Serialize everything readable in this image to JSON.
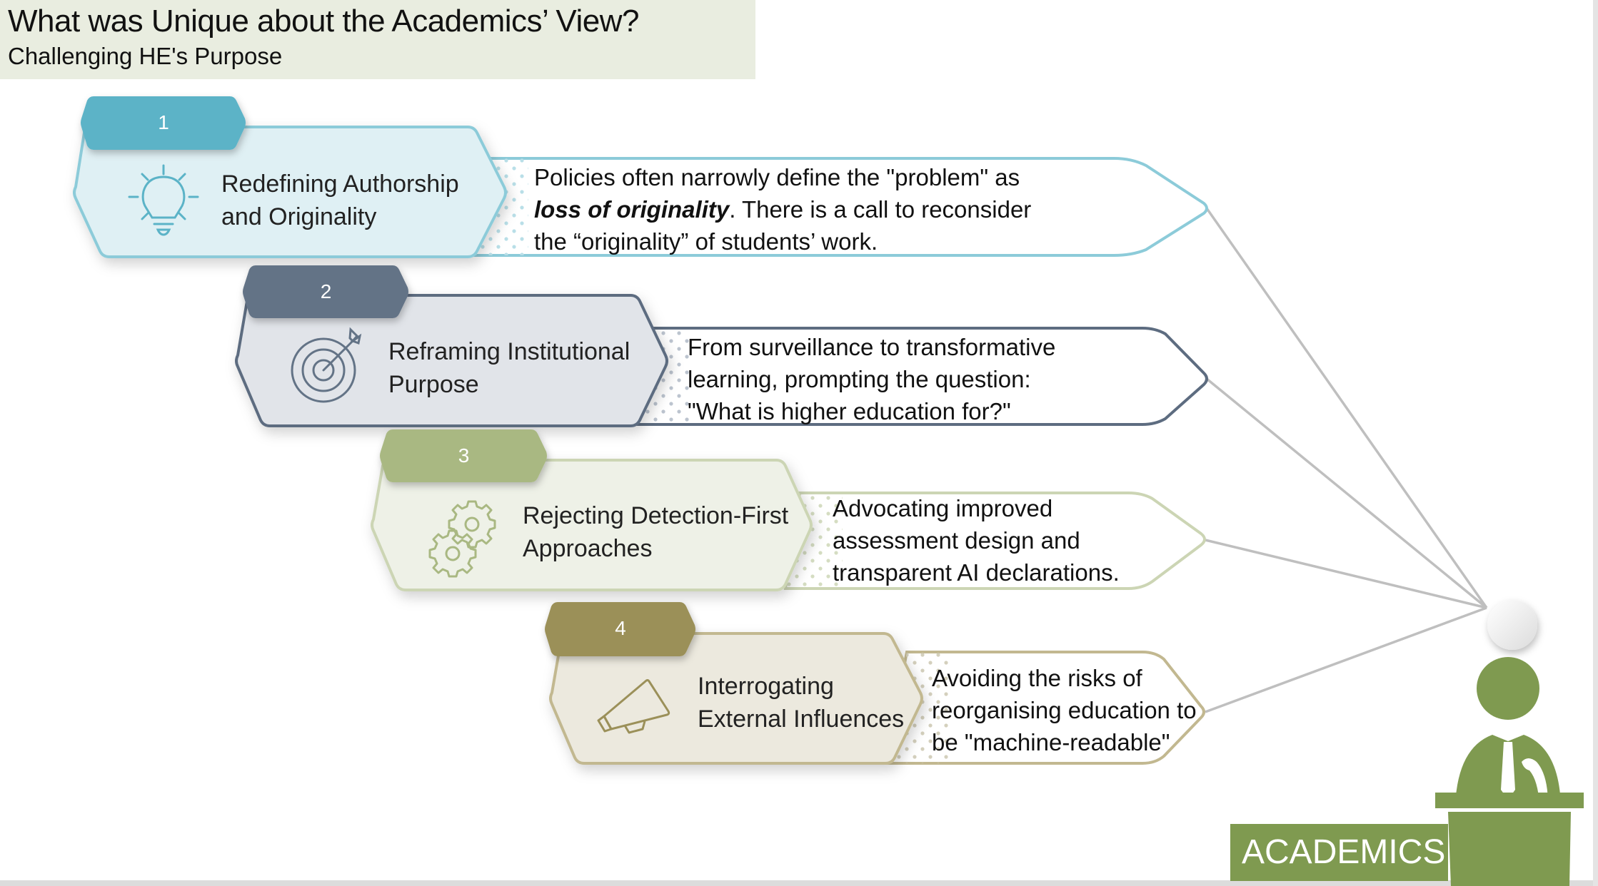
{
  "header": {
    "title": "What was Unique about the Academics’ View?",
    "subtitle": "Challenging HE's Purpose"
  },
  "items": [
    {
      "number": "1",
      "title_line1": "Redefining Authorship",
      "title_line2": "and Originality",
      "icon": "lightbulb-icon",
      "desc_line1": "Policies often narrowly define the \"problem\" as",
      "desc_line2_emphasis": "loss of originality",
      "desc_line2_rest": ". There is a call to reconsider",
      "desc_line3": "the “originality” of students’ work.",
      "colors": {
        "badge": "#5bb3c7",
        "fill": "#dff0f4",
        "stroke": "#8ccbd9",
        "icon": "#5bb3c7"
      }
    },
    {
      "number": "2",
      "title_line1": "Reframing Institutional",
      "title_line2": "Purpose",
      "icon": "target-icon",
      "desc_line1": "From surveillance to transformative",
      "desc_line2": "learning, prompting the question:",
      "desc_line3": "\"What is higher education for?\"",
      "colors": {
        "badge": "#637386",
        "fill": "#e1e4e9",
        "stroke": "#5d6c80",
        "icon": "#637386"
      }
    },
    {
      "number": "3",
      "title_line1": "Rejecting Detection-First",
      "title_line2": "Approaches",
      "icon": "gears-icon",
      "desc_line1": "Advocating improved",
      "desc_line2": "assessment design and",
      "desc_line3": "transparent AI declarations.",
      "colors": {
        "badge": "#a9b882",
        "fill": "#eef1e7",
        "stroke": "#ccd5b4",
        "icon": "#a9b882"
      }
    },
    {
      "number": "4",
      "title_line1": "Interrogating",
      "title_line2": "External Influences",
      "icon": "megaphone-icon",
      "desc_line1": "Avoiding the risks of",
      "desc_line2": "reorganising education to",
      "desc_line3": "be \"machine-readable\"",
      "colors": {
        "badge": "#9b9059",
        "fill": "#ece9de",
        "stroke": "#c2b890",
        "icon": "#9b9059"
      }
    }
  ],
  "speaker": {
    "label": "ACADEMICS",
    "icon": "speaker-at-podium-icon",
    "color": "#7f9a50"
  },
  "connector_color": "#bfbfbf"
}
